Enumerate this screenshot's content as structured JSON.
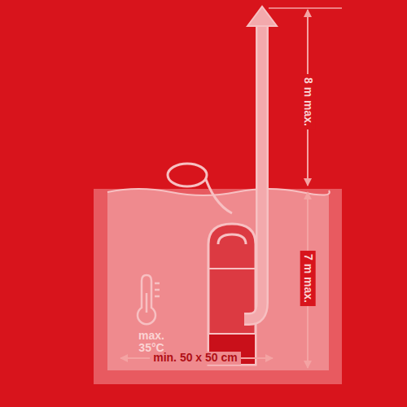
{
  "diagram": {
    "labels": [
      "8 m max.",
      "7 m max.",
      "max. 35°C",
      "min. 50 x 50 cm"
    ]
  }
}
